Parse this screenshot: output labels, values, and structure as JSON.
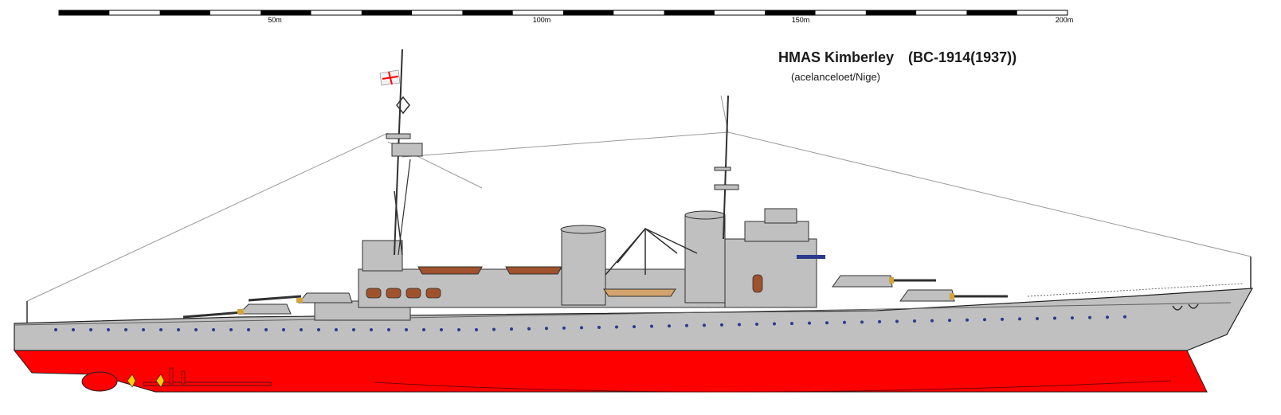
{
  "scale_bar": {
    "ticks": [
      "50m",
      "100m",
      "150m",
      "200m"
    ]
  },
  "title": {
    "name": "HMAS Kimberley",
    "designation": "(BC-1914(1937))"
  },
  "credit": "(acelanceloet/Nige)",
  "colors": {
    "hull_grey": "#c0c0c0",
    "antifouling_red": "#ff0000",
    "deck_brown": "#a0522d",
    "boat_tan": "#d2a36b",
    "outline": "#303030"
  }
}
